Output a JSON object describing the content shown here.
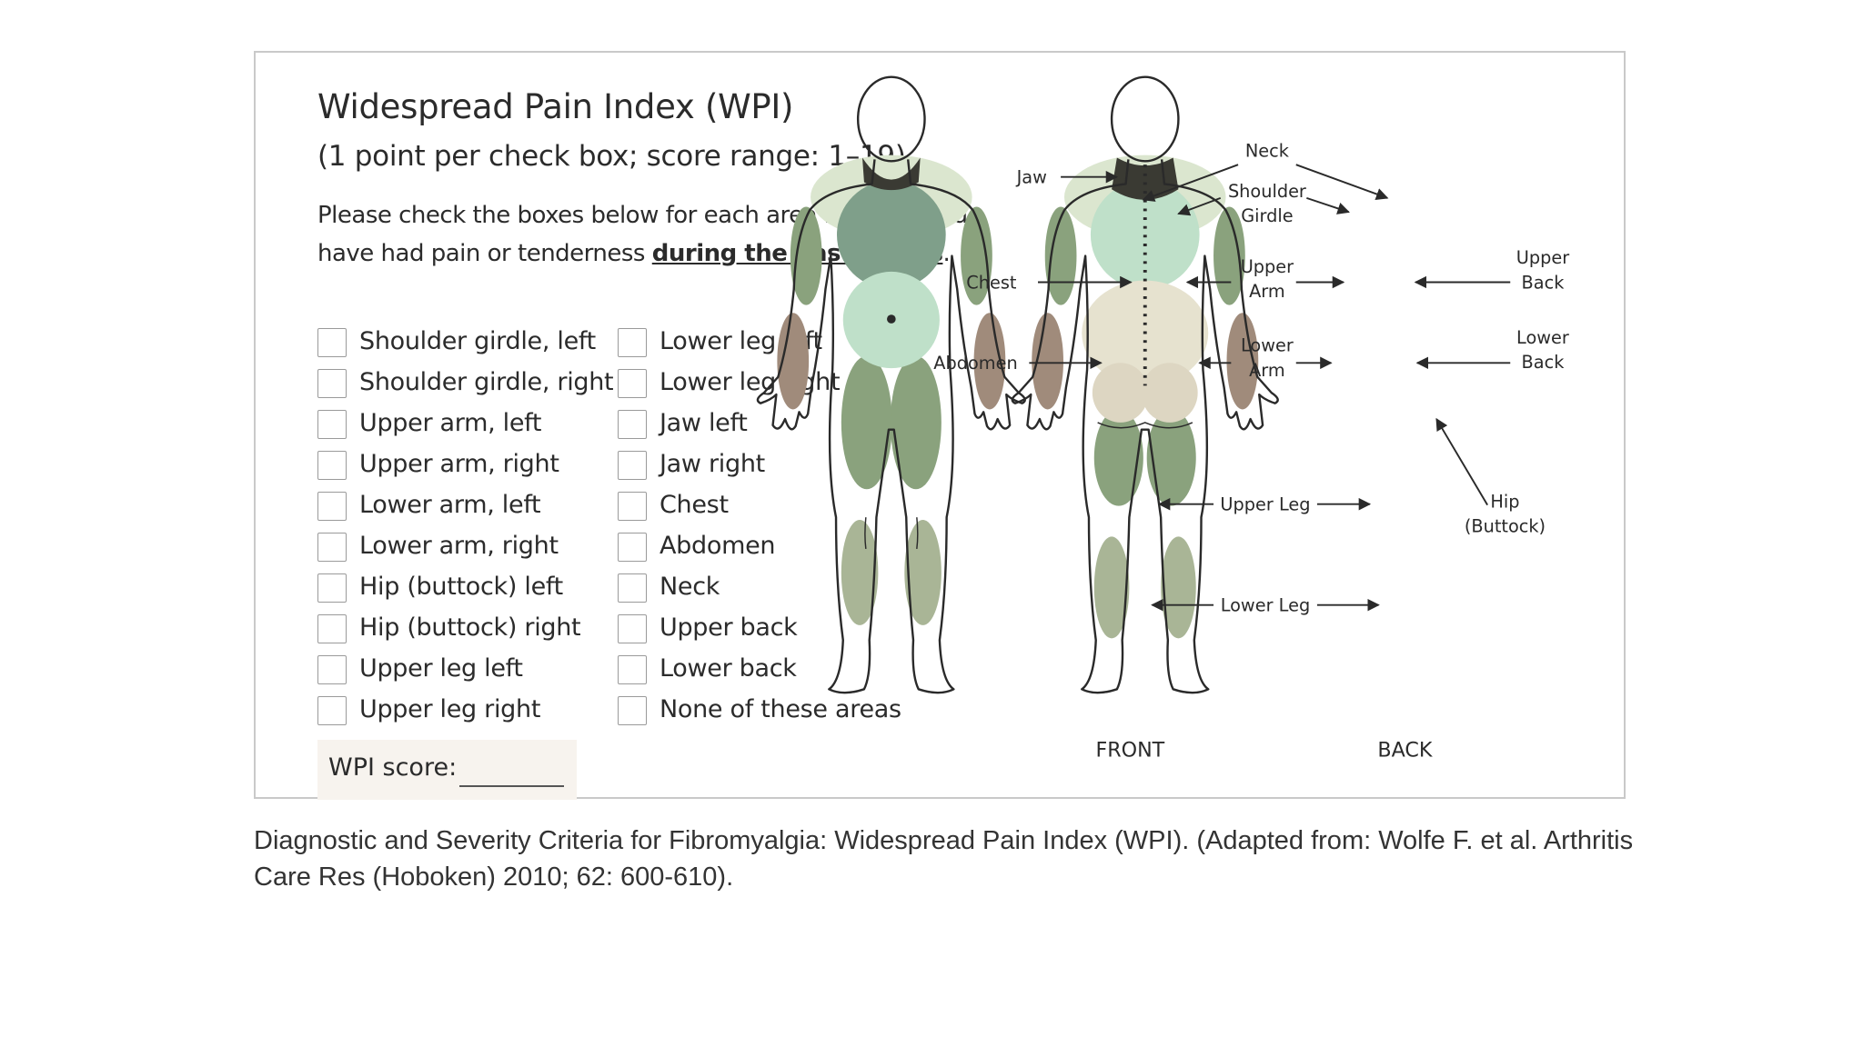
{
  "form": {
    "title": "Widespread Pain Index (WPI)",
    "subtitle": "(1 point per check box; score range: 1–19)",
    "instruction_prefix": "Please check the boxes below for each area in which you have had pain or tenderness ",
    "instruction_emphasis": "during the past 7 days",
    "instruction_suffix": ".",
    "left_column": [
      "Shoulder girdle, left",
      "Shoulder girdle, right",
      "Upper arm, left",
      "Upper arm, right",
      "Lower arm, left",
      "Lower arm, right",
      "Hip (buttock) left",
      "Hip (buttock) right",
      "Upper leg left",
      "Upper leg right"
    ],
    "right_column": [
      "Lower leg left",
      "Lower leg right",
      "Jaw left",
      "Jaw right",
      "Chest",
      "Abdomen",
      "Neck",
      "Upper back",
      "Lower back",
      "None of these areas"
    ],
    "score_label": "WPI score:"
  },
  "diagram": {
    "front_label": "FRONT",
    "back_label": "BACK",
    "labels": {
      "jaw": "Jaw",
      "neck": "Neck",
      "shoulder_1": "Shoulder",
      "shoulder_2": "Girdle",
      "chest": "Chest",
      "upper_arm_1": "Upper",
      "upper_arm_2": "Arm",
      "abdomen": "Abdomen",
      "lower_arm_1": "Lower",
      "lower_arm_2": "Arm",
      "upper_back_1": "Upper",
      "upper_back_2": "Back",
      "lower_back_1": "Lower",
      "lower_back_2": "Back",
      "hip_1": "Hip",
      "hip_2": "(Buttock)",
      "upper_leg": "Upper Leg",
      "lower_leg": "Lower Leg"
    },
    "colors": {
      "outline": "#2a2a2a",
      "region_dark": "#3a3a33",
      "region_green": "#7f9f8a",
      "region_light_green": "#bfe0c9",
      "region_mid_green": "#8aa27d",
      "region_olive": "#a9b596",
      "region_brown": "#a08b7b",
      "region_beige": "#e6e2cf"
    }
  },
  "caption": "Diagnostic and Severity Criteria for Fibromyalgia: Widespread Pain Index (WPI). (Adapted from: Wolfe F. et al. Arthritis Care Res (Hoboken) 2010; 62: 600-610)."
}
